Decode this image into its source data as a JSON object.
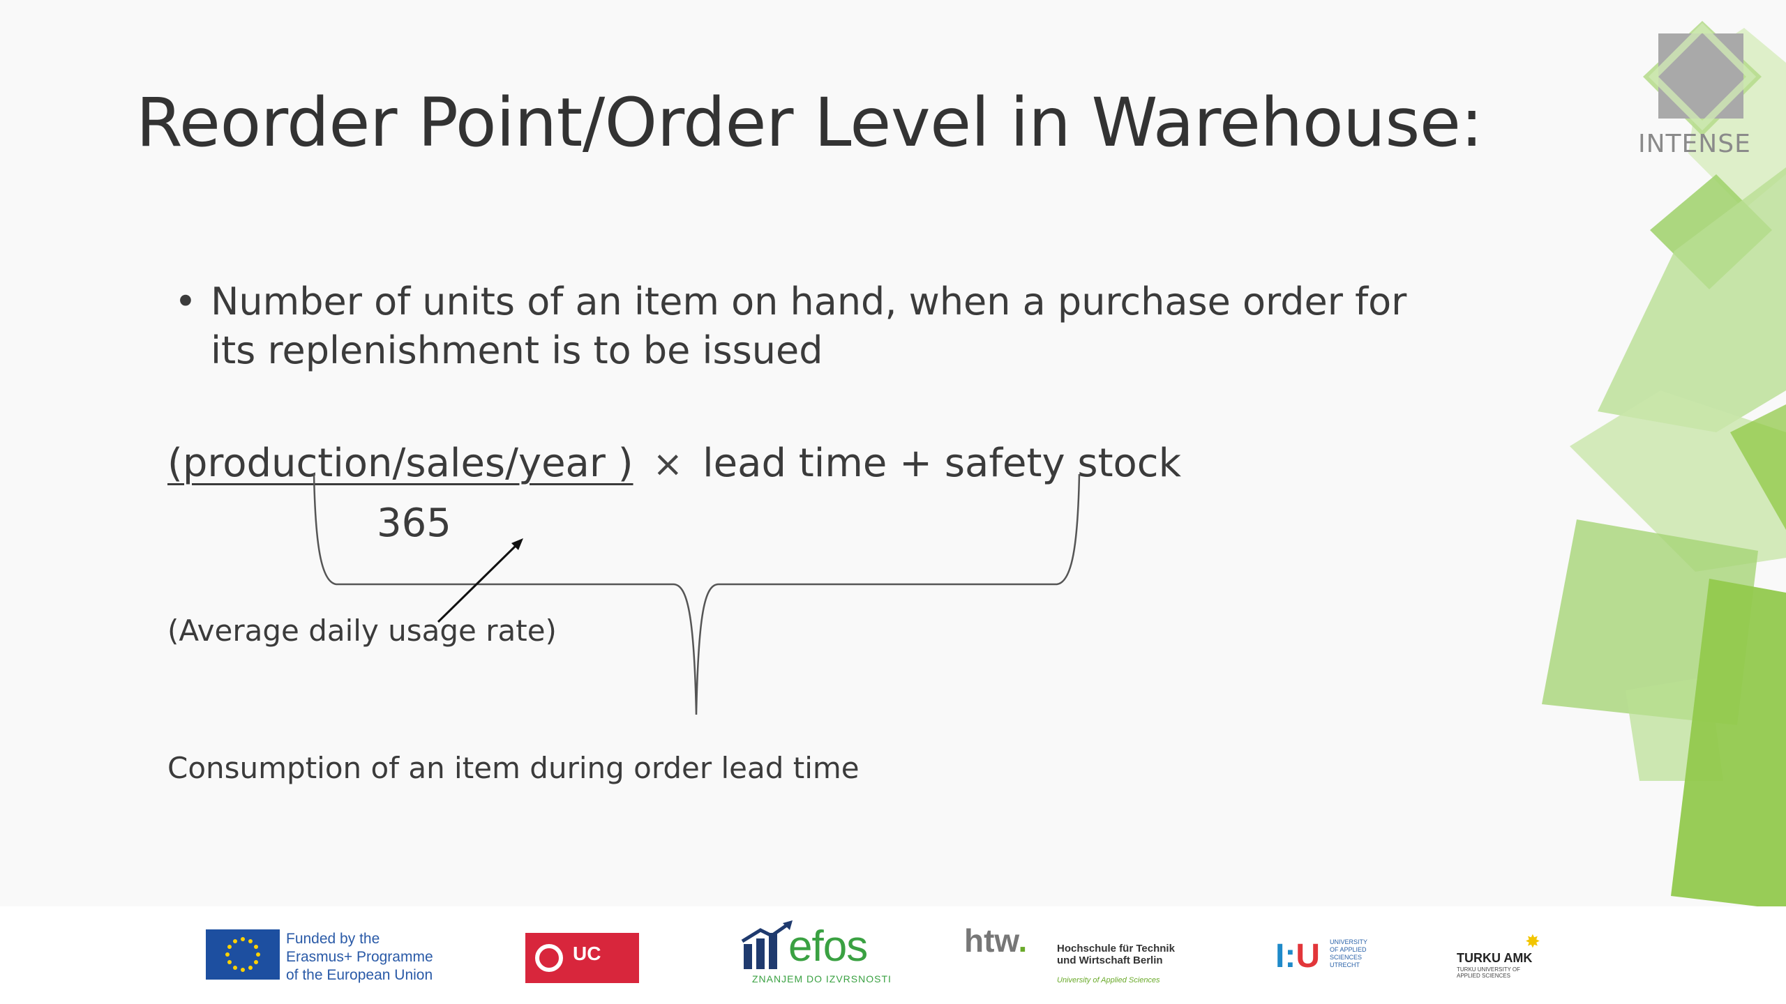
{
  "slide": {
    "title": "Reorder Point/Order Level in Warehouse:",
    "bullet": "Number of units of an item on hand, when a purchase order for its replenishment is to be issued",
    "formula": {
      "numerator": "(production/sales/year )",
      "operator": "×",
      "rest": "lead time + safety stock",
      "denominator": "365"
    },
    "annotation_average": "(Average daily usage rate)",
    "annotation_consumption": "Consumption of an item during order lead time",
    "brand": "INTENSE"
  },
  "footer": {
    "eu_text": [
      "Funded by the",
      "Erasmus+ Programme",
      "of the European Union"
    ],
    "uc_name": "UC",
    "efos_name": "efos",
    "efos_tagline": "ZNANJEM DO IZVRSNOSTI",
    "htw_name": "htw",
    "htw_text": [
      "Hochschule für Technik",
      "und Wirtschaft Berlin"
    ],
    "htw_sub": "University of Applied Sciences",
    "hu_text": [
      "UNIVERSITY",
      "OF APPLIED",
      "SCIENCES",
      "UTRECHT"
    ],
    "turku_name": "TURKU AMK",
    "turku_sub": "TURKU UNIVERSITY OF APPLIED SCIENCES"
  },
  "colors": {
    "background": "#f9f9f9",
    "text": "#3b3b3b",
    "accent_green": "#8cc63f",
    "eu_blue": "#1d4fa0",
    "uc_red": "#d8263c"
  }
}
